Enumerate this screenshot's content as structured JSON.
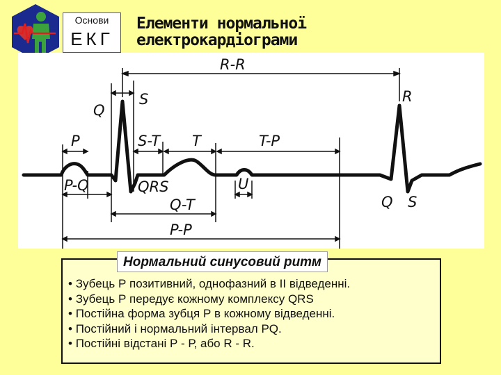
{
  "logo": {
    "top_text": "Основи",
    "bottom_text": "ЕКГ",
    "icon": "heart-figure-ecg-icon",
    "colors": {
      "hex_fill": "#1a2a8f",
      "figure": "#3ca33c",
      "ecg_line": "#e02020",
      "heart": "#d03030"
    }
  },
  "title": {
    "line1": "Елементи нормальної",
    "line2": "електрокардіограми"
  },
  "diagram": {
    "labels": {
      "rr": "R-R",
      "q_top": "Q",
      "s_top": "S",
      "r_top": "R",
      "p": "P",
      "st": "S-T",
      "t": "T",
      "tp": "T-P",
      "pq": "P-Q",
      "qrs": "QRS",
      "u": "U",
      "qt": "Q-T",
      "pp": "P-P",
      "q_bottom": "Q",
      "s_bottom": "S"
    }
  },
  "info": {
    "heading": "Нормальний синусовий ритм",
    "items": [
      "Зубець Р позитивний, однофазний в ІІ відведенні.",
      "Зубець Р передує кожному комплексу QRS",
      "Постійна форма зубця Р в кожному відведенні.",
      "Постійний і нормальний інтервал PQ.",
      "Постійні відстані Р - Р, або R - R."
    ]
  },
  "colors": {
    "background": "#ffff99",
    "panel": "#ffffff",
    "info_box": "#ffffcc",
    "ink": "#111111"
  }
}
